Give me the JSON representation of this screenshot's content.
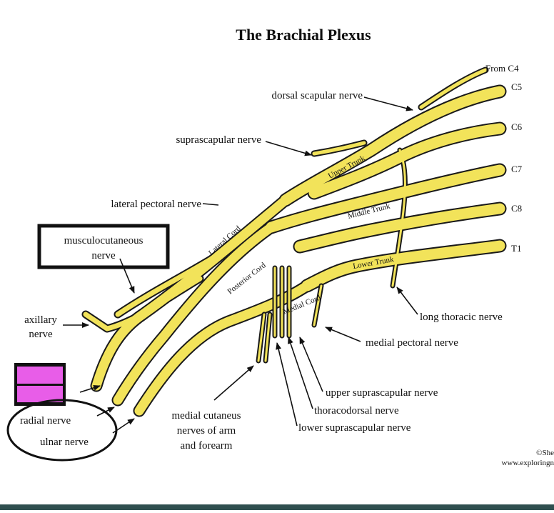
{
  "title": "The Brachial Plexus",
  "roots": {
    "from_c4": "From C4",
    "c5": "C5",
    "c6": "C6",
    "c7": "C7",
    "c8": "C8",
    "t1": "T1"
  },
  "trunks": {
    "upper": "Upper Trunk",
    "middle": "Middle Trunk",
    "lower": "Lower Trunk"
  },
  "cords": {
    "lateral": "Lateral Cord",
    "posterior": "Posterior Cord",
    "medial": "Medial Cord"
  },
  "labels": {
    "dorsal_scapular": "dorsal scapular nerve",
    "suprascapular": "suprascapular nerve",
    "lateral_pectoral": "lateral pectoral nerve",
    "musculocutaneous_line1": "musculocutaneous",
    "musculocutaneous_line2": "nerve",
    "axillary_line1": "axillary",
    "axillary_line2": "nerve",
    "radial": "radial nerve",
    "ulnar": "ulnar nerve",
    "medial_cutaneous_line1": "medial cutaneus",
    "medial_cutaneous_line2": "nerves of arm",
    "medial_cutaneous_line3": "and forearm",
    "upper_subscapular": "upper suprascapular nerve",
    "thoracodorsal": "thoracodorsal nerve",
    "lower_subscapular": "lower suprascapular nerve",
    "long_thoracic": "long thoracic nerve",
    "medial_pectoral": "medial pectoral nerve"
  },
  "credit": {
    "line1": "©She",
    "line2": "www.exploringn"
  },
  "colors": {
    "nerve_fill": "#f2e35a",
    "nerve_outline": "#1a1a1a",
    "highlight_box": "#e85de8",
    "footer_bar": "#2f4f4f"
  }
}
